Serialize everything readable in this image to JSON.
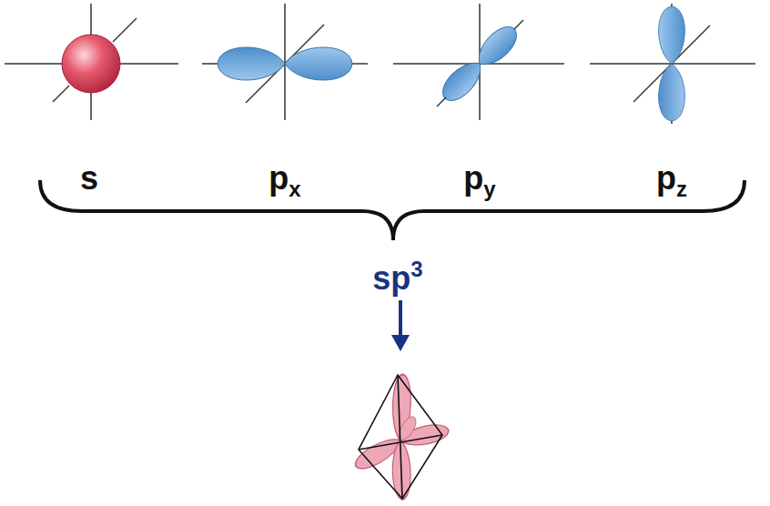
{
  "diagram": {
    "labels": [
      "s",
      "px",
      "py",
      "pz",
      "sp3"
    ]
  }
}
